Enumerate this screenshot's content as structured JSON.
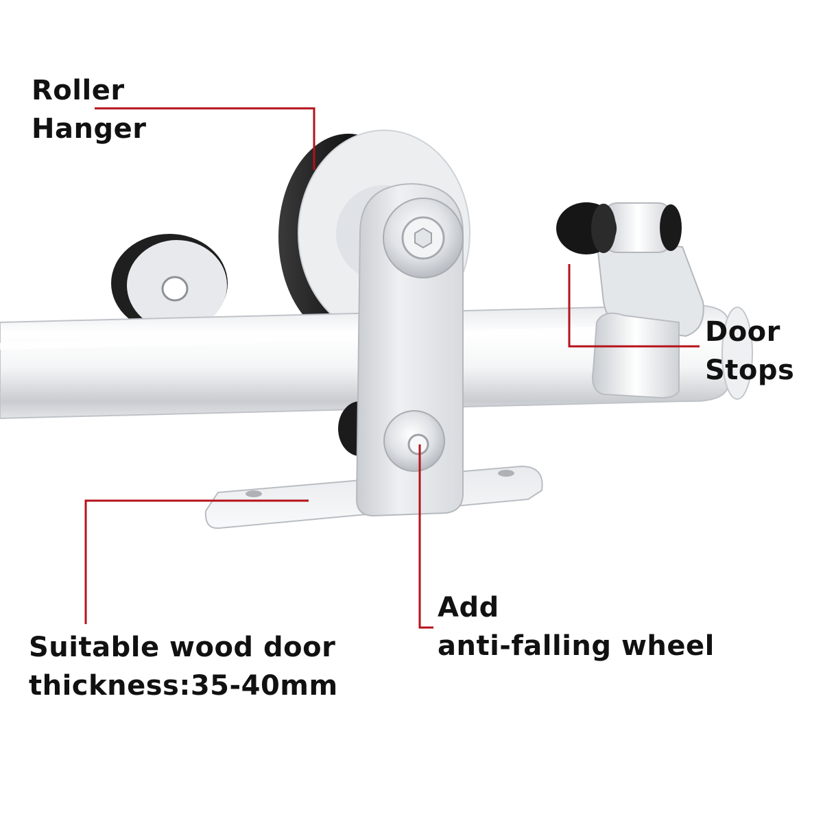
{
  "labels": {
    "roller_hanger": {
      "line1": "Roller",
      "line2": "Hanger"
    },
    "door_stops": {
      "line1": "Door",
      "line2": "Stops"
    },
    "wood_door": {
      "line1": "Suitable wood door",
      "line2": "thickness:35-40mm"
    },
    "anti_falling": {
      "line1": "Add",
      "line2": "anti-falling wheel"
    }
  },
  "colors": {
    "leader_line": "#b5121b",
    "text": "#111111",
    "metal": "#d9dde2",
    "rubber": "#1b1b1b"
  }
}
